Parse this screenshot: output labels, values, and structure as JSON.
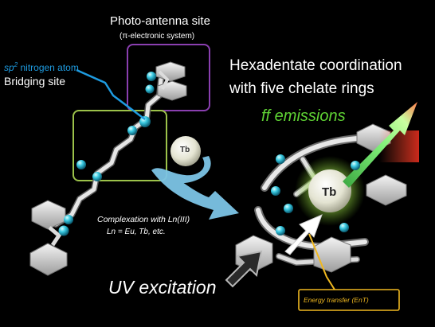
{
  "labels": {
    "photo_antenna": "Photo-antenna site",
    "pi_system": "(π-electronic system)",
    "sp2_prefix": "sp",
    "sp2_sup": "2",
    "sp2_suffix": " nitrogen atom",
    "bridging": "Bridging site",
    "hexadentate": "Hexadentate coordination",
    "five_rings": "with five chelate rings",
    "ff_emissions": "ff emissions",
    "complexation": "Complexation with Ln(III)",
    "ln_examples": "Ln = Eu, Tb, etc.",
    "uv_excitation": "UV excitation",
    "tb_small": "Tb",
    "tb_big": "Tb",
    "energy_transfer": "Energy transfer (EnT)"
  },
  "colors": {
    "background": "#000000",
    "antenna_box": "#8a3fb0",
    "bridging_box": "#9cc24a",
    "sp2_text": "#1e9be0",
    "ff_text": "#5fd334",
    "enet_box": "#f0b820",
    "nitrogen_atom": "#37c6dd",
    "emission_arrow": "#66e05a",
    "complexation_arrow": "#7cc4e6"
  }
}
